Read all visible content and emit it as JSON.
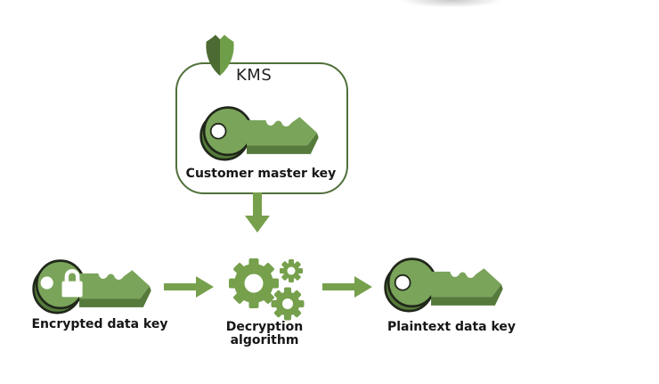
{
  "colors": {
    "green": "#76A04C",
    "green_key": "#7AA45A",
    "green_dark": "#557A3B",
    "shield_dark": "#4C6B33",
    "shield_light": "#6F9E49",
    "outline": "#20271A",
    "box_border": "#50703A",
    "text": "#161616"
  },
  "kms_group": {
    "service_label": "KMS",
    "key_label": "Customer master key",
    "shield_icon": "shield-icon",
    "key_icon": "key-icon"
  },
  "flow": {
    "source": {
      "label": "Encrypted data key",
      "icon": "key-lock-icon"
    },
    "process": {
      "label": "Decryption algorithm",
      "icon": "gears-icon"
    },
    "result": {
      "label": "Plaintext data key",
      "icon": "key-icon"
    },
    "arrows": [
      "arrow-down-icon",
      "arrow-right-icon",
      "arrow-right-icon"
    ]
  }
}
